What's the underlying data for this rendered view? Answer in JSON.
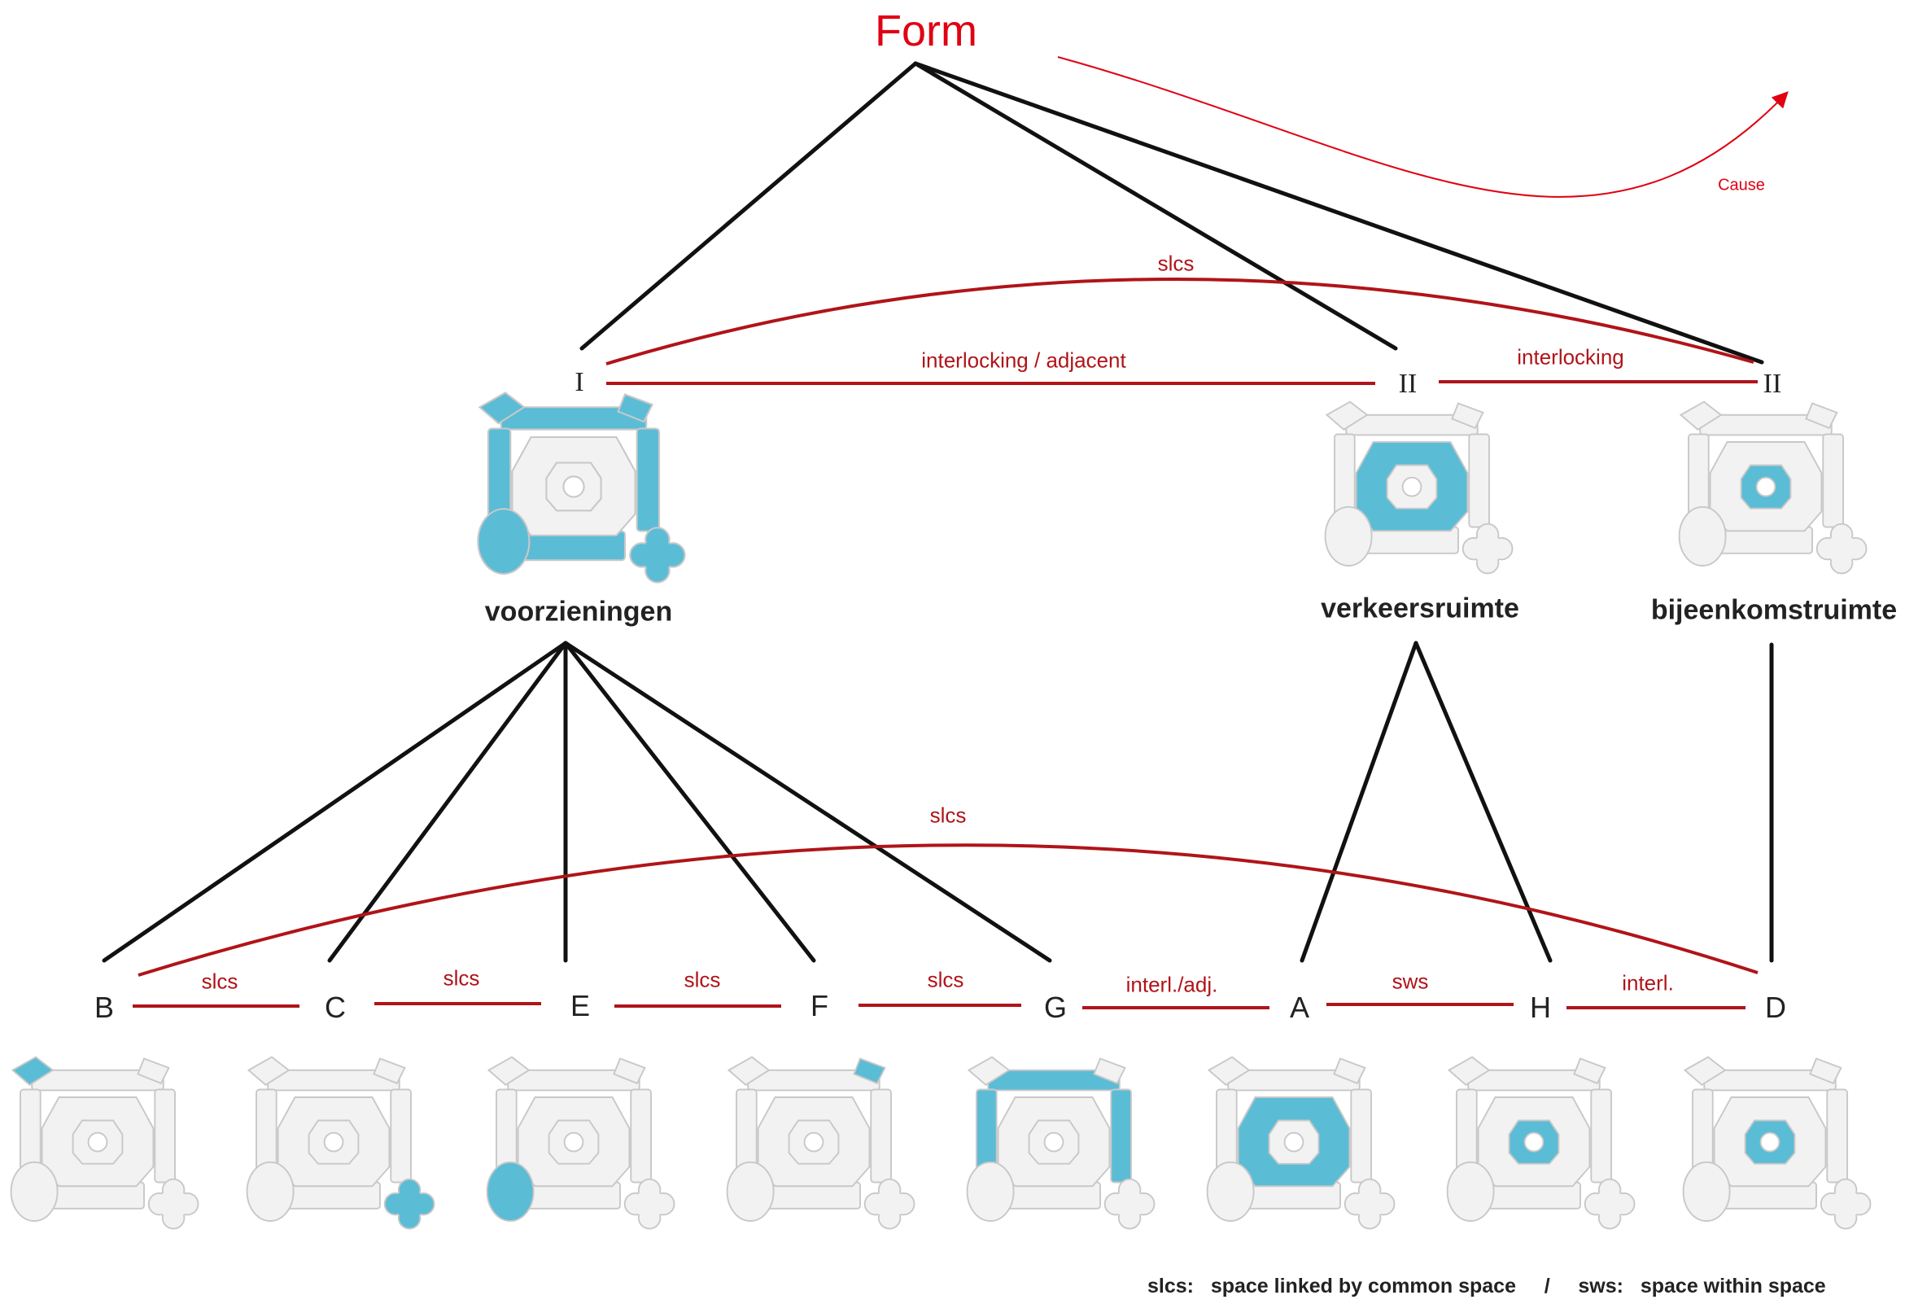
{
  "title": "Form",
  "cause_label": "Cause",
  "roman_nodes": [
    "I",
    "II",
    "II"
  ],
  "group_labels": [
    "voorzieningen",
    "verkeersruimte",
    "bijeenkomstruimte"
  ],
  "top_relations": {
    "arc": "slcs",
    "i_ii": "interlocking / adjacent",
    "ii_ii": "interlocking"
  },
  "letters": [
    "B",
    "C",
    "E",
    "F",
    "G",
    "A",
    "H",
    "D"
  ],
  "bottom_arc": "slcs",
  "bottom_relations": [
    "slcs",
    "slcs",
    "slcs",
    "slcs",
    "interl./adj.",
    "sws",
    "interl."
  ],
  "legend": {
    "slcs_key": "slcs:",
    "slcs_text": "space linked by common space",
    "separator": "/",
    "sws_key": "sws:",
    "sws_text": "space within space"
  },
  "colors": {
    "title": "#e00012",
    "relation": "#b01419",
    "tree_line": "#111111",
    "highlight": "#5bbcd6",
    "model": "#f2f2f2"
  }
}
